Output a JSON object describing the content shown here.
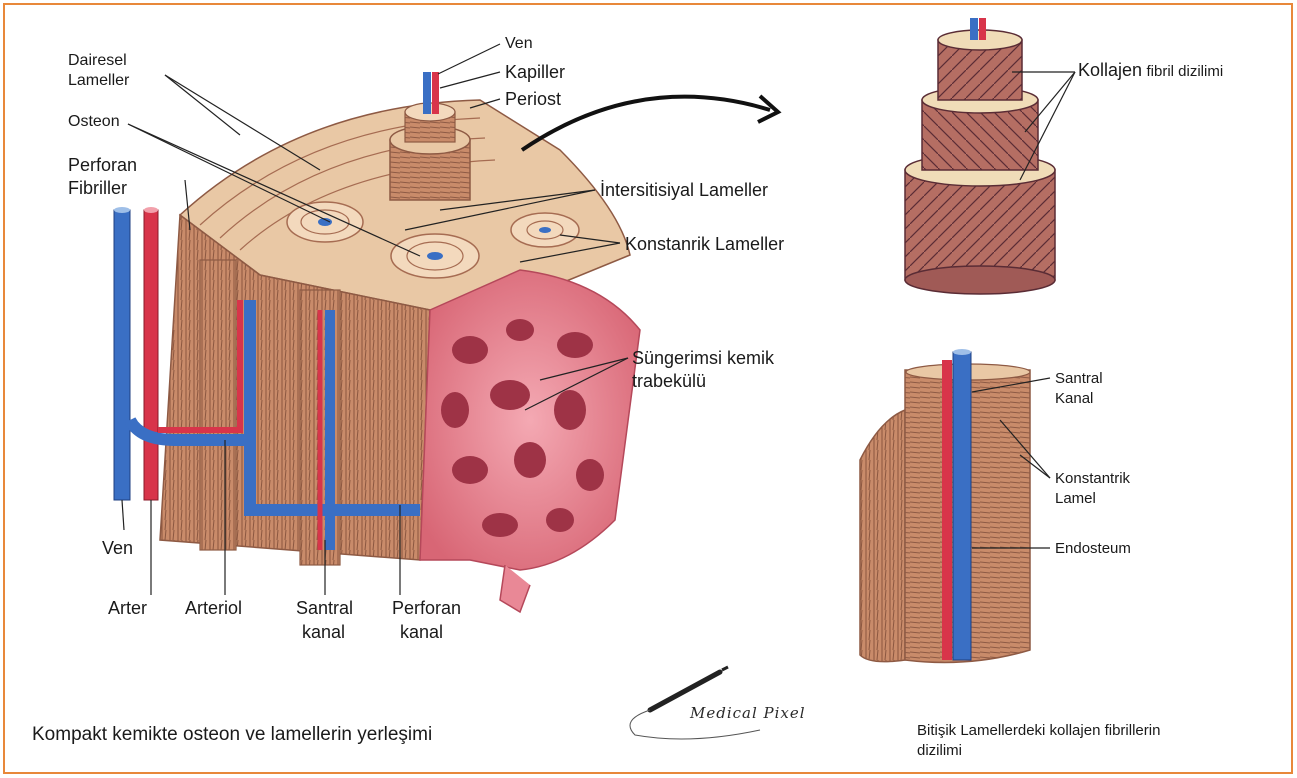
{
  "colors": {
    "frame_border": "#e8883a",
    "bone": "#c98b6a",
    "bone_dark": "#8e5a44",
    "vein": "#3a6fc4",
    "artery": "#d8344a",
    "spongy": "#e98896"
  },
  "labels": {
    "ven_top": "Ven",
    "kapiller": "Kapiller",
    "periost": "Periost",
    "dairesel_l1": "Dairesel",
    "dairesel_l2": "Lameller",
    "osteon": "Osteon",
    "perforan_fib_l1": "Perforan",
    "perforan_fib_l2": "Fibriller",
    "intersitisiyal": "İntersitisiyal Lameller",
    "konstanrik": "Konstanrik Lameller",
    "sungerimsi_l1": "Süngerimsi kemik",
    "sungerimsi_l2": "trabekülü",
    "ven_bottom": "Ven",
    "arter": "Arter",
    "arteriol": "Arteriol",
    "santral_kanal_l1": "Santral",
    "santral_kanal_l2": "kanal",
    "perforan_kanal_l1": "Perforan",
    "perforan_kanal_l2": "kanal",
    "kollajen_big": "Kollajen",
    "kollajen_small": "fibril dizilimi",
    "santral_r_l1": "Santral",
    "santral_r_l2": "Kanal",
    "konstantrik_r_l1": "Konstantrik",
    "konstantrik_r_l2": "Lamel",
    "endosteum": "Endosteum"
  },
  "captions": {
    "left": "Kompakt kemikte osteon  ve lamellerin yerleşimi",
    "right_l1": "Bitişik Lamellerdeki kollajen fibrillerin",
    "right_l2": "dizilimi"
  },
  "logo": {
    "text": "Medical Pixel",
    "icon": "pen-icon"
  }
}
